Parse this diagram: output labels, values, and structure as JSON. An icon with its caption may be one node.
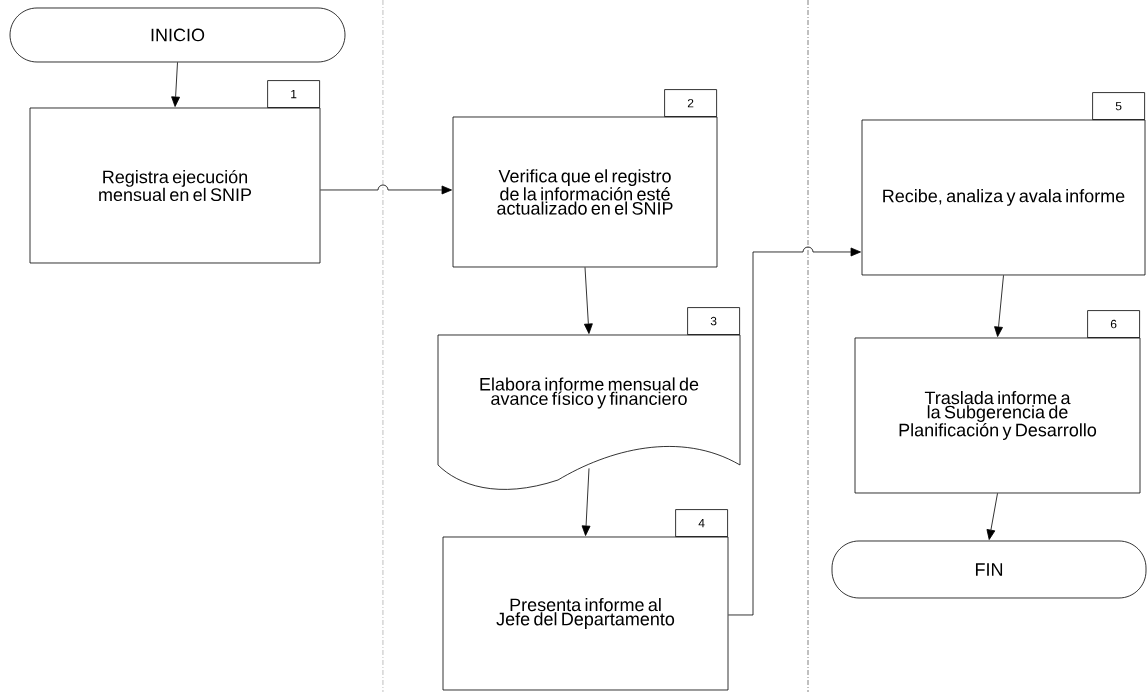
{
  "diagram": {
    "nodes": [
      {
        "text": [
          "INICIO"
        ]
      },
      {
        "text": [
          "Registra ejecución mensual en el SNIP"
        ],
        "beside": [
          "1"
        ]
      },
      {
        "text": [
          "Verifica que el registro de la información esté actualizado en el SNIP"
        ],
        "beside": [
          "2"
        ]
      },
      {
        "text": [
          "Elabora informe mensual de avance físico y financiero"
        ],
        "beside": [
          "3"
        ]
      },
      {
        "text": [
          "Presenta informe al Jefe del Departamento"
        ],
        "beside": [
          "4"
        ]
      },
      {
        "text": [
          "Recibe, analiza y avala informe"
        ],
        "beside": [
          "5"
        ]
      },
      {
        "text": [
          "Traslada informe a la Subgerencia de Planificación y Desarrollo"
        ],
        "beside": [
          "6"
        ]
      },
      {
        "text": [
          "FIN"
        ]
      }
    ],
    "edges": [
      {
        "from": 0,
        "to": 1,
        "arrow": "to"
      },
      {
        "from": 1,
        "to": 2,
        "arrow": "to"
      },
      {
        "from": 2,
        "to": 3,
        "arrow": "to"
      },
      {
        "from": 3,
        "to": 4,
        "arrow": "to"
      },
      {
        "from": 4,
        "to": 5,
        "arrow": "to"
      },
      {
        "from": 5,
        "to": 6,
        "arrow": "to"
      },
      {
        "from": 6,
        "to": 7,
        "arrow": "to"
      }
    ]
  }
}
